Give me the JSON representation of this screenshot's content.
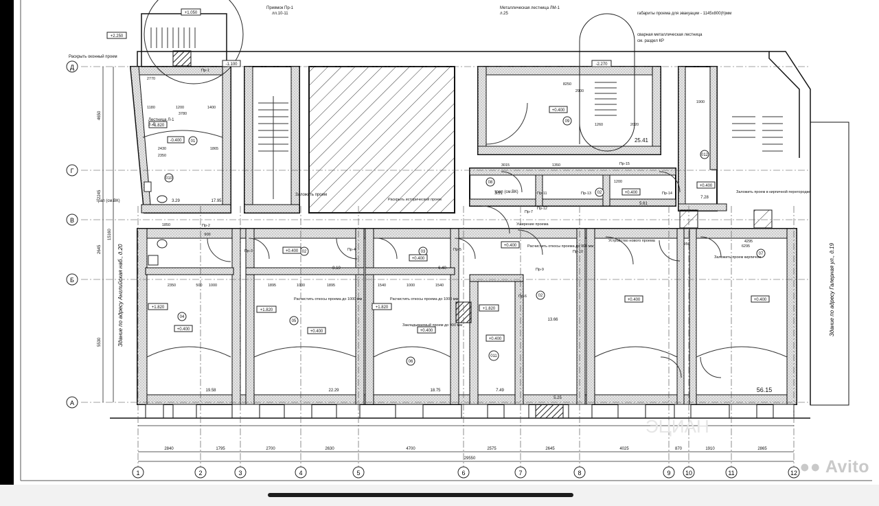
{
  "watermark": "Avito",
  "watermark_ghost": "ЭЦИАН",
  "axes_rows": [
    "Д",
    "Г",
    "В",
    "Б",
    "А"
  ],
  "axes_cols": [
    "1",
    "2",
    "3",
    "4",
    "5",
    "6",
    "7",
    "8",
    "9",
    "10",
    "11",
    "12"
  ],
  "dims_bottom": [
    "2840",
    "1795",
    "2700",
    "2630",
    "4700",
    "2575",
    "2645",
    "4025",
    "870",
    "1910",
    "2865"
  ],
  "dim_total": "29550",
  "dims_left": [
    "4650",
    "2245",
    "2645",
    "5530"
  ],
  "dim_left_total": "15160",
  "rooms": [
    {
      "id": "01",
      "area": ""
    },
    {
      "id": "010",
      "area": "3.29"
    },
    {
      "id": "03",
      "area": "17.95"
    },
    {
      "id": "04",
      "area": "19.58"
    },
    {
      "id": "05",
      "area": "22.29"
    },
    {
      "id": "06",
      "area": "18.75"
    },
    {
      "id": "02",
      "area": "8.10"
    },
    {
      "id": "03",
      "area": "6.40"
    },
    {
      "id": "011",
      "area": "7.49"
    },
    {
      "id": "02",
      "area": "13.66"
    },
    {
      "id": "02",
      "area": "5.25"
    },
    {
      "id": "07",
      "area": "56.15"
    },
    {
      "id": "08",
      "area": "3.51"
    },
    {
      "id": "02",
      "area": "5.61"
    },
    {
      "id": "09",
      "area": "25.41"
    },
    {
      "id": "012",
      "area": "7.28"
    }
  ],
  "levels": [
    "+1.820",
    "-0.400",
    "+0.400",
    "-2.270",
    "+1.050",
    "+2.250",
    "-1.100"
  ],
  "notes": {
    "pryamok": "Приямок Пр-1",
    "pryamok_sheet": "лл.10-11",
    "stair_metal": "Металлическая лестница ЛМ-1",
    "stair_metal_sheet": "л.25",
    "evac": "габариты проема для эвакуации - 1145х800(h)мм",
    "weld_stair": "сварная металлическая лестница",
    "weld_stair_ref": "см. раздел КР",
    "window": "Раскрыть оконный проем",
    "lestnica_l1": "Лестница Л-1",
    "lestnica_l1_sheet": "л. 5",
    "trap": "трап (см.ВК)",
    "zalozhit": "Заложить проем",
    "raskryt_ist": "Раскрыть исторический проем",
    "zalozhit_kirp": "Заложить проем в кирпичной перегородке",
    "rasch_1000a": "Расчистить откосы проема до 1000 мм",
    "rasch_1000b": "Расчистить откосы проема до 1000 мм",
    "zakl_900": "Закладываемый проем до 900 мм",
    "rasch_900": "Расчистить откосы проема до 900 мм",
    "ustroystvo": "Устройство нового проема",
    "ushirenie": "Уширение проема",
    "zalozhit_kirpichom": "Заложить проем кирпичом",
    "left_building": "Здание по адресу Английская наб., д.20",
    "right_building": "Здание по адресу Галерная ул., д.19"
  },
  "doors": [
    "Пр-1",
    "Пр-2",
    "Пр-3",
    "Пр-4",
    "Пр-5",
    "Пр-6",
    "Пр-7",
    "Пр-9",
    "Пр-10",
    "Пр-11",
    "Пр-12",
    "Пр-13",
    "Пр-14",
    "Пр-15"
  ],
  "inner_dims": [
    "2770",
    "1180",
    "1200",
    "1400",
    "3780",
    "2430",
    "1865",
    "2350",
    "1850",
    "900",
    "2350",
    "500",
    "1000",
    "1895",
    "1000",
    "1895",
    "1540",
    "1000",
    "1540",
    "8250",
    "1350",
    "3015",
    "1200",
    "1900",
    "6295",
    "950",
    "4295",
    "1260",
    "2020",
    "2900"
  ]
}
